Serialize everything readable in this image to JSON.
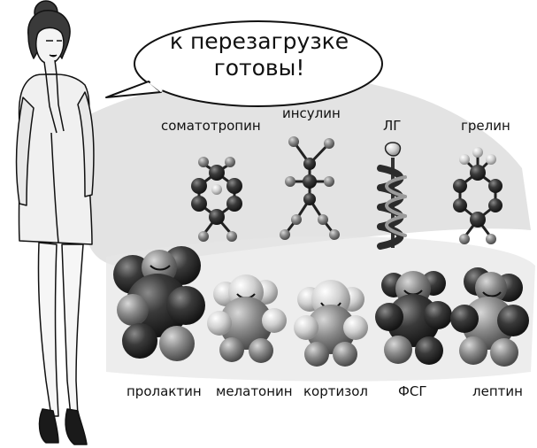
{
  "speech_bubble": {
    "line1": "к перезагрузке",
    "line2": "готовы!"
  },
  "hormones_top": [
    {
      "label": "соматотропин"
    },
    {
      "label": "инсулин"
    },
    {
      "label": "ЛГ"
    },
    {
      "label": "грелин"
    }
  ],
  "hormones_bottom": [
    {
      "label": "пролактин"
    },
    {
      "label": "мелатонин"
    },
    {
      "label": "кортизол"
    },
    {
      "label": "ФСГ"
    },
    {
      "label": "лептин"
    }
  ],
  "colors": {
    "background": "#ffffff",
    "backdrop_gray": "#dcdcdc",
    "ink": "#111111",
    "dark_sphere": "#2b2b2b",
    "mid_sphere": "#6f6f6f",
    "light_sphere": "#c8c8c8"
  }
}
